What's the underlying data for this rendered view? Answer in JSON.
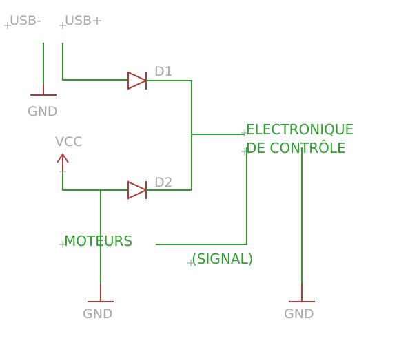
{
  "labels": {
    "usb_minus": "USB-",
    "usb_plus": "USB+",
    "gnd_usb": "GND",
    "vcc": "VCC",
    "d1": "D1",
    "d2": "D2",
    "electronique_line1": "ELECTRONIQUE",
    "electronique_line2": "DE CONTRÔLE",
    "moteurs": "MOTEURS",
    "signal": "(SIGNAL)",
    "gnd_moteurs": "GND",
    "gnd_signal": "GND"
  },
  "colors": {
    "net": "#2e9e2e",
    "symbol": "#b03a3a",
    "name_text": "#a8a8a8"
  }
}
